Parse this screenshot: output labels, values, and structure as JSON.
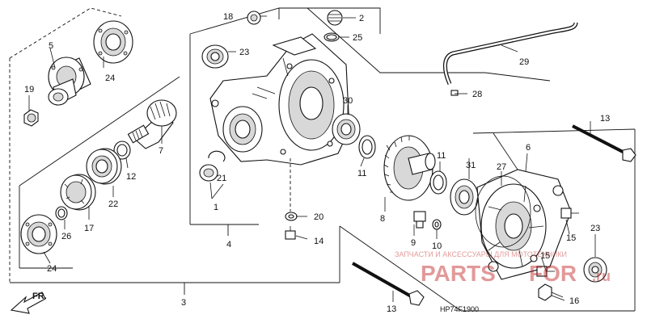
{
  "diagram": {
    "code": "HP74F1900",
    "front_label": "FR.",
    "watermark_top": "ЗАПЧАСТИ И АКСЕССУАРЫ ДЛЯ МОТОТЕХНИКИ",
    "watermark_brand_left": "PARTS",
    "watermark_brand_right": "FOR",
    "watermark_brand_suffix": ".ru"
  },
  "callouts": {
    "c18": "18",
    "c2": "2",
    "c25": "25",
    "c23a": "23",
    "c5": "5",
    "c24a": "24",
    "c19": "19",
    "c29": "29",
    "c28": "28",
    "c30": "30",
    "c7": "7",
    "c13a": "13",
    "c11a": "11",
    "c11b": "11",
    "c12": "12",
    "c21": "21",
    "c1": "1",
    "c6": "6",
    "c31": "31",
    "c27": "27",
    "c22": "22",
    "c17": "17",
    "c26": "26",
    "c24b": "24",
    "c8": "8",
    "c20": "20",
    "c9": "9",
    "c10": "10",
    "c14": "14",
    "c4": "4",
    "c15a": "15",
    "c15b": "15",
    "c23b": "23",
    "c3": "3",
    "c13b": "13",
    "c16": "16"
  }
}
